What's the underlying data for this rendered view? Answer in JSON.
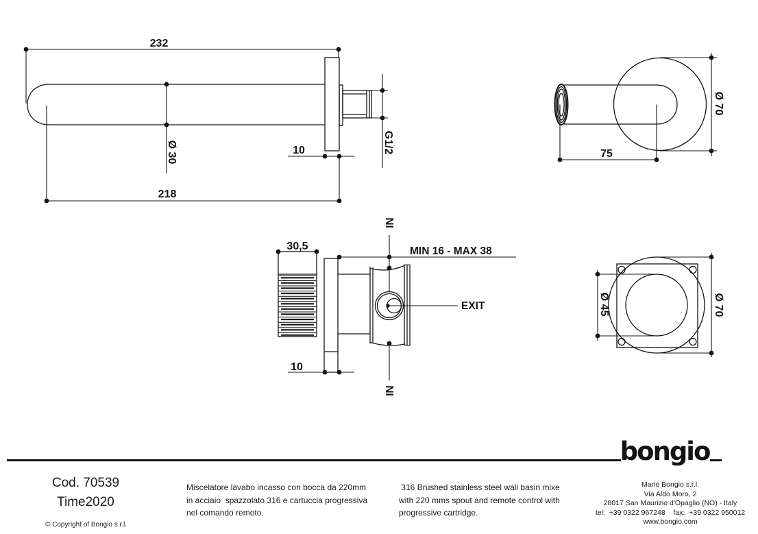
{
  "drawing": {
    "spout_side_view": {
      "dim_232": "232",
      "dim_218": "218",
      "dim_diameter_30": "Ø 30",
      "dim_10": "10",
      "thread_label": "G1/2"
    },
    "spout_front_view": {
      "dim_75": "75",
      "dim_diameter_70": "Ø 70"
    },
    "valve_side_view": {
      "dim_30_5": "30,5",
      "dim_10": "10",
      "in_top": "IN",
      "in_bottom": "IN",
      "depth_range": "MIN 16 - MAX 38",
      "exit_label": "EXIT"
    },
    "valve_front_view": {
      "dim_diameter_45": "Ø 45",
      "dim_diameter_70": "Ø 70"
    }
  },
  "footer": {
    "code": "Cod. 70539",
    "series": "Time2020",
    "copyright": "© Copyright of Bongio s.r.l.",
    "description_it": [
      "Miscelatore lavabo incasso con bocca da 220mm",
      "in acciaio  spazzolato 316 e cartuccia progressiva",
      "nel comando remoto."
    ],
    "description_en": [
      " 316 Brushed stainless steel wall basin mixe",
      "with 220 mms spout and remote control with",
      "progressive cartridge."
    ],
    "logo": "bongio",
    "company": {
      "name": "Mario Bongio s.r.l.",
      "address_line1": "Via Aldo Moro, 2",
      "address_line2": "28017 San Maurizio d'Opaglio (NO) - Italy",
      "phone": "tel:  +39 0322 967248    fax:  +39 0322 950012",
      "website": "www.bongio.com"
    },
    "colors": {
      "ink": "#141414"
    }
  }
}
